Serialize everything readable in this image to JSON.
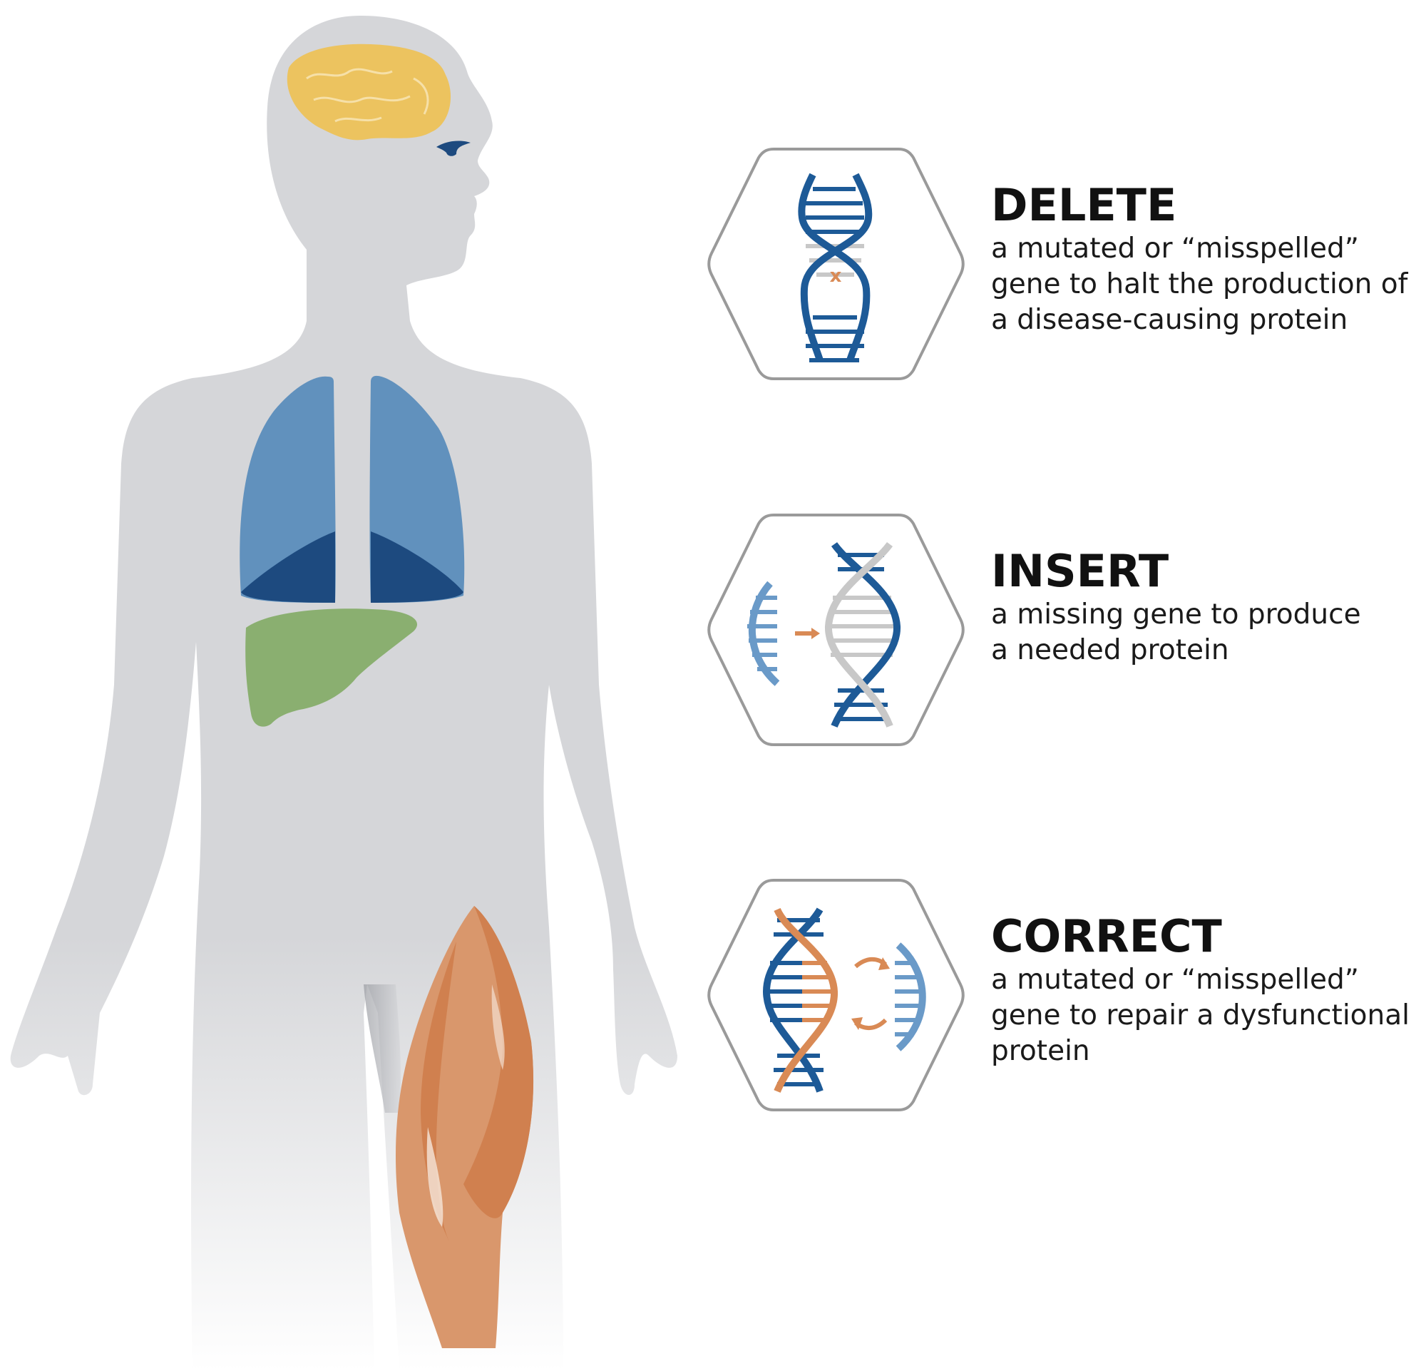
{
  "colors": {
    "body": "#d5d6d9",
    "brain": "#ecc35f",
    "lung_light": "#6191bd",
    "lung_dark": "#1d4a7f",
    "liver": "#8aaf70",
    "muscle": "#d9976c",
    "muscle_dark": "#d0804f",
    "dna_blue": "#1d5a97",
    "dna_light": "#6a9ac8",
    "dna_gray": "#c8c8c8",
    "accent_orange": "#d98a55",
    "hex_border": "#9a9a9a"
  },
  "panels": [
    {
      "id": "delete",
      "title": "DELETE",
      "description": "a mutated or “misspelled”\ngene to halt the production of\na disease-causing protein",
      "icon": "dna-delete-icon",
      "marker": "x"
    },
    {
      "id": "insert",
      "title": "INSERT",
      "description": "a missing gene to produce\na needed protein",
      "icon": "dna-insert-icon"
    },
    {
      "id": "correct",
      "title": "CORRECT",
      "description": "a mutated or “misspelled”\ngene to repair a dysfunctional\nprotein",
      "icon": "dna-correct-icon"
    }
  ]
}
